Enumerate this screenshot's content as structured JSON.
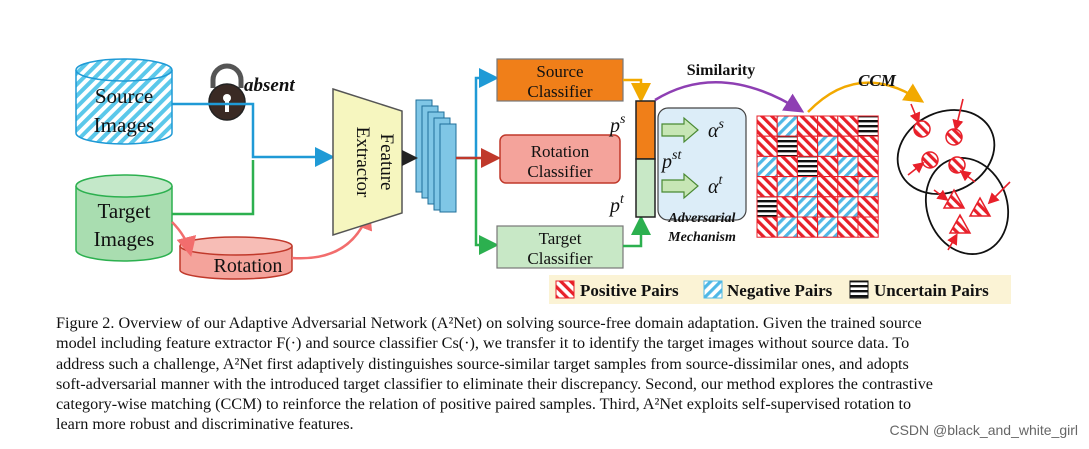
{
  "figure": {
    "source_images": "Source Images",
    "source_images_line1": "Source",
    "source_images_line2": "Images",
    "absent": "absent",
    "target_images_line1": "Target",
    "target_images_line2": "Images",
    "rotation": "Rotation",
    "feature_extractor_line1": "Feature",
    "feature_extractor_line2": "Extractor",
    "source_classifier_line1": "Source",
    "source_classifier_line2": "Classifier",
    "rotation_classifier_line1": "Rotation",
    "rotation_classifier_line2": "Classifier",
    "target_classifier_line1": "Target",
    "target_classifier_line2": "Classifier",
    "ps": "p",
    "ps_sup": "s",
    "pst": "p",
    "pst_sup": "st",
    "pt": "p",
    "pt_sup": "t",
    "alpha_s": "α",
    "alpha_s_sup": "s",
    "alpha_t": "α",
    "alpha_t_sup": "t",
    "adversarial_line1": "Adversarial",
    "adversarial_line2": "Mechanism",
    "similarity": "Similarity",
    "ccm": "CCM",
    "legend_positive": "Positive Pairs",
    "legend_negative": "Negative Pairs",
    "legend_uncertain": "Uncertain Pairs",
    "colors": {
      "source_blue": "#5bc8ea",
      "target_green": "#a9ddb0",
      "rotation_red": "#f4a39b",
      "extractor_yellow": "#f6f6bf",
      "source_orange": "#f07f19",
      "adversarial_blue": "#dcedf8",
      "arrow_blue": "#1f9ad6",
      "arrow_green": "#2cb04f",
      "arrow_red": "#c0392b",
      "arrow_purple": "#8e3fb3",
      "arrow_gold": "#f2a900",
      "positive_red": "#e8202a",
      "negative_blue": "#4fb8e6",
      "uncertain_black": "#111111",
      "legend_bg": "#fbf3d5"
    },
    "grid_pattern": [
      "PNPPPU",
      "PUPNPP",
      "NPUPNP",
      "PNNPPN",
      "UPNPNP",
      "PNPNPP"
    ]
  },
  "caption": {
    "lines": [
      "Figure 2. Overview of our Adaptive Adversarial Network (A²Net) on solving source-free domain adaptation. Given the trained source",
      "model including feature extractor F(·) and source classifier Cs(·), we transfer it to identify the target images without source data. To",
      "address such a challenge, A²Net first adaptively distinguishes source-similar target samples from source-dissimilar ones, and adopts",
      "soft-adversarial manner with the introduced target classifier to eliminate their discrepancy. Second, our method explores the contrastive",
      "category-wise matching (CCM) to reinforce the relation of positive paired samples. Third, A²Net exploits self-supervised rotation to",
      "learn more robust and discriminative features."
    ]
  },
  "watermark": "CSDN @black_and_white_girl"
}
